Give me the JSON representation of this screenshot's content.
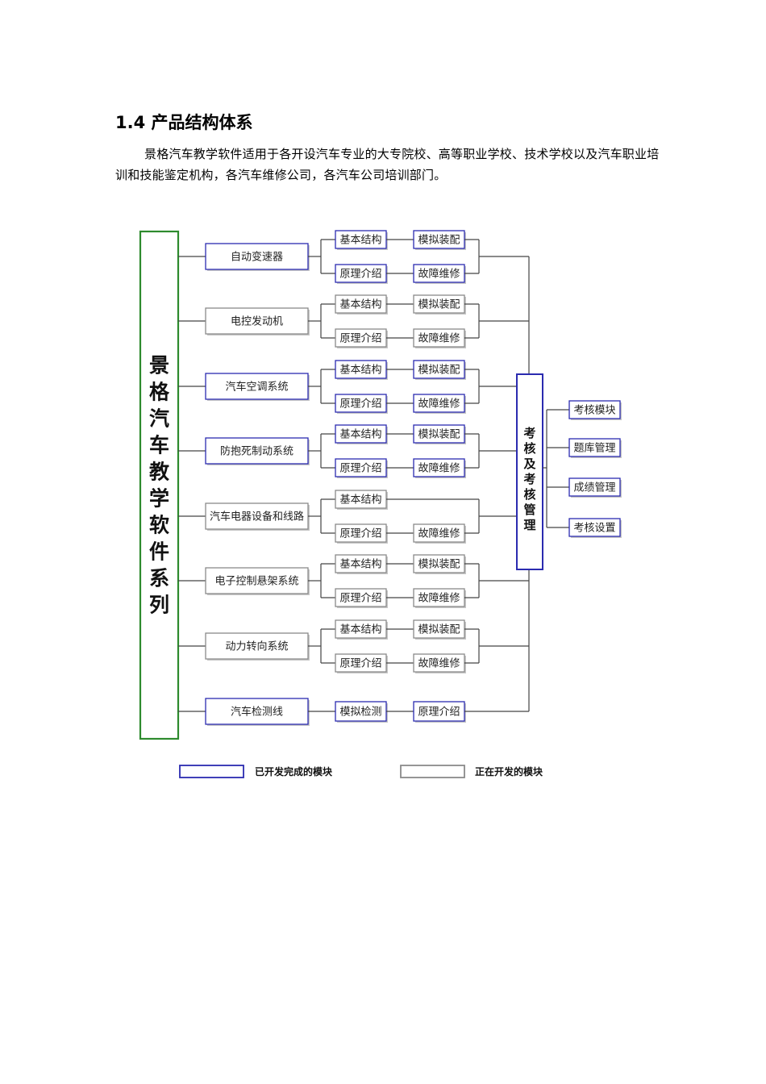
{
  "section": {
    "title": "1.4 产品结构体系",
    "paragraph": "景格汽车教学软件适用于各开设汽车专业的大专院校、高等职业学校、技术学校以及汽车职业培训和技能鉴定机构，各汽车维修公司，各汽车公司培训部门。"
  },
  "diagram": {
    "root": "景格汽车教学软件系列",
    "branches": [
      {
        "label": "自动变速器",
        "status": "done",
        "top": [
          {
            "label": "基本结构",
            "status": "done"
          },
          {
            "label": "模拟装配",
            "status": "done"
          }
        ],
        "bottom": [
          {
            "label": "原理介绍",
            "status": "done"
          },
          {
            "label": "故障维修",
            "status": "done"
          }
        ]
      },
      {
        "label": "电控发动机",
        "status": "wip",
        "top": [
          {
            "label": "基本结构",
            "status": "wip"
          },
          {
            "label": "模拟装配",
            "status": "wip"
          }
        ],
        "bottom": [
          {
            "label": "原理介绍",
            "status": "wip"
          },
          {
            "label": "故障维修",
            "status": "wip"
          }
        ]
      },
      {
        "label": "汽车空调系统",
        "status": "done",
        "top": [
          {
            "label": "基本结构",
            "status": "done"
          },
          {
            "label": "模拟装配",
            "status": "done"
          }
        ],
        "bottom": [
          {
            "label": "原理介绍",
            "status": "done"
          },
          {
            "label": "故障维修",
            "status": "done"
          }
        ]
      },
      {
        "label": "防抱死制动系统",
        "status": "done",
        "top": [
          {
            "label": "基本结构",
            "status": "done"
          },
          {
            "label": "模拟装配",
            "status": "done"
          }
        ],
        "bottom": [
          {
            "label": "原理介绍",
            "status": "done"
          },
          {
            "label": "故障维修",
            "status": "done"
          }
        ]
      },
      {
        "label": "汽车电器设备和线路",
        "status": "wip",
        "top": [
          {
            "label": "基本结构",
            "status": "wip"
          }
        ],
        "bottom": [
          {
            "label": "原理介绍",
            "status": "wip"
          },
          {
            "label": "故障维修",
            "status": "wip"
          }
        ]
      },
      {
        "label": "电子控制悬架系统",
        "status": "wip",
        "top": [
          {
            "label": "基本结构",
            "status": "wip"
          },
          {
            "label": "模拟装配",
            "status": "wip"
          }
        ],
        "bottom": [
          {
            "label": "原理介绍",
            "status": "wip"
          },
          {
            "label": "故障维修",
            "status": "wip"
          }
        ]
      },
      {
        "label": "动力转向系统",
        "status": "wip",
        "top": [
          {
            "label": "基本结构",
            "status": "wip"
          },
          {
            "label": "模拟装配",
            "status": "wip"
          }
        ],
        "bottom": [
          {
            "label": "原理介绍",
            "status": "wip"
          },
          {
            "label": "故障维修",
            "status": "wip"
          }
        ]
      },
      {
        "label": "汽车检测线",
        "status": "done",
        "single": [
          {
            "label": "模拟检测",
            "status": "done"
          },
          {
            "label": "原理介绍",
            "status": "done"
          }
        ]
      }
    ],
    "exam": {
      "title": "考核及考核管理",
      "items": [
        {
          "label": "考核模块",
          "status": "done"
        },
        {
          "label": "题库管理",
          "status": "done"
        },
        {
          "label": "成绩管理",
          "status": "done"
        },
        {
          "label": "考核设置",
          "status": "done"
        }
      ]
    },
    "legend": {
      "done": "已开发完成的模块",
      "wip": "正在开发的模块"
    },
    "colors": {
      "done_border": "#2b2bb0",
      "wip_border": "#8a8a8a",
      "root_border": "#2e8b2e"
    }
  }
}
